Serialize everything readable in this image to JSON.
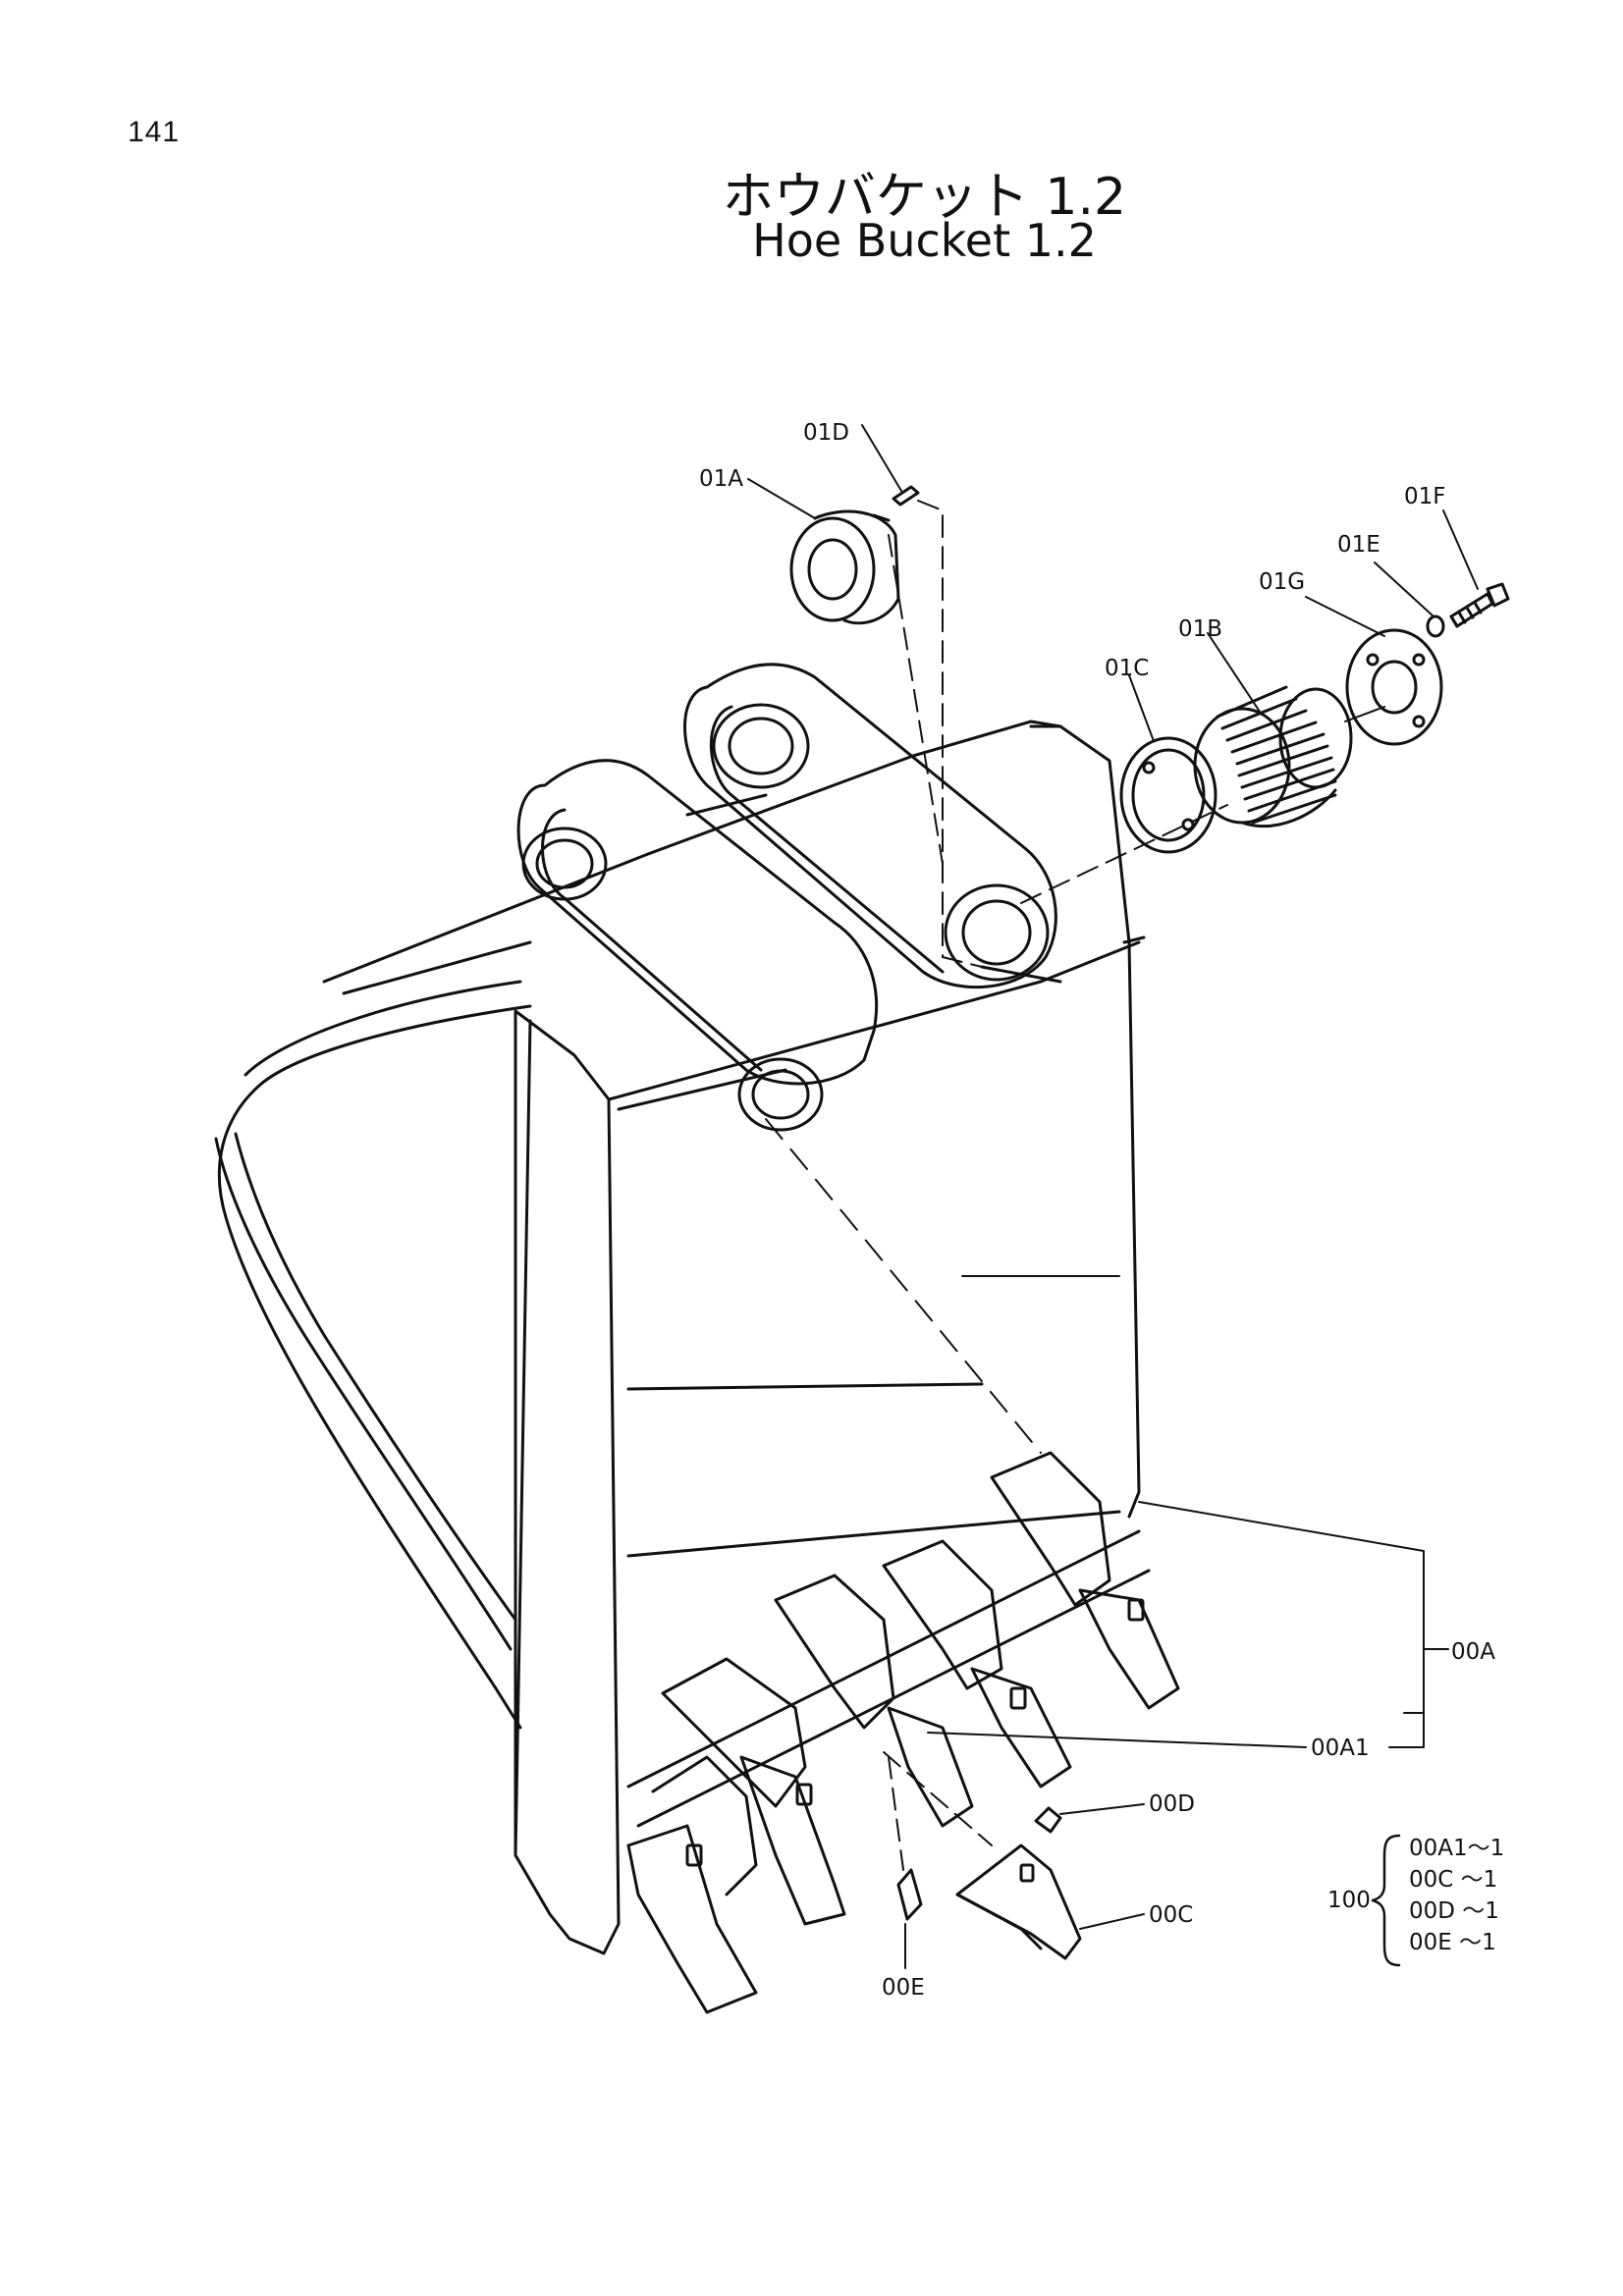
{
  "page": {
    "number": "141"
  },
  "title": {
    "japanese": "ホウバケット 1.2",
    "english": "Hoe Bucket 1.2"
  },
  "callouts": {
    "p01D": "01D",
    "p01A": "01A",
    "p01F": "01F",
    "p01E": "01E",
    "p01G": "01G",
    "p01B": "01B",
    "p01C": "01C",
    "p00A": "00A",
    "p00A1": "00A1",
    "p00D": "00D",
    "p00C": "00C",
    "p00E": "00E"
  },
  "kit": {
    "number": "100",
    "items": [
      "00A1～1",
      "00C ～1",
      "00D ～1",
      "00E ～1"
    ]
  }
}
